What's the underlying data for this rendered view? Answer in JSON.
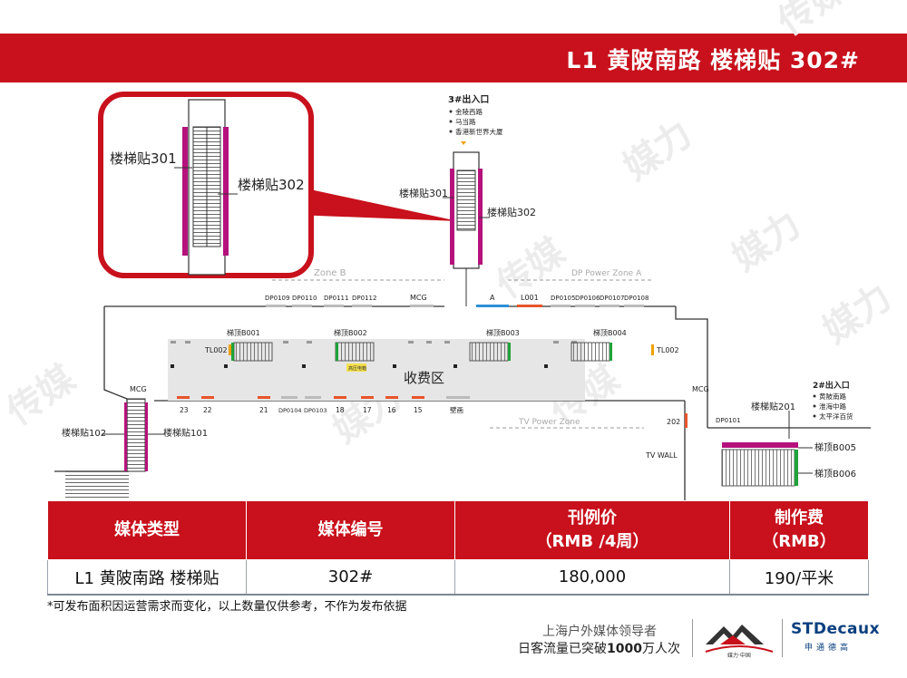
{
  "header": {
    "title": "L1 黄陂南路 楼梯贴 302#"
  },
  "watermark": "传媒 媒力",
  "diagram": {
    "zoom": {
      "label_301": "楼梯贴301",
      "label_302": "楼梯贴302"
    },
    "exit3": {
      "title": "3#出入口",
      "items": [
        "金陵西路",
        "马当路",
        "香港新世界大厦"
      ]
    },
    "exit2": {
      "title": "2#出入口",
      "items": [
        "黄陂南路",
        "淮海中路",
        "太平洋百货"
      ]
    },
    "stair_labels": {
      "s301": "楼梯贴301",
      "s302": "楼梯贴302",
      "s101": "楼梯贴101",
      "s102": "楼梯贴102",
      "s201": "楼梯贴201"
    },
    "zones": {
      "zone_b": "Zone B",
      "dp_power_zone_a": "DP Power Zone A",
      "tv_power_zone": "TV Power Zone",
      "fare_area": "收费区"
    },
    "top_codes": [
      "DP0109",
      "DP0110",
      "DP0111",
      "DP0112",
      "MCG",
      "A",
      "L001",
      "DP0105",
      "DP0106",
      "DP0107",
      "DP0108"
    ],
    "bottom_codes": [
      "23",
      "22",
      "21",
      "DP0104",
      "DP0103",
      "18",
      "17",
      "16",
      "15",
      "壁画"
    ],
    "roof_labels": [
      "梯顶B001",
      "梯顶B002",
      "梯顶B003",
      "梯顶B004",
      "梯顶B005",
      "梯顶B006"
    ],
    "misc": {
      "tl002_left": "TL002",
      "tl002_right": "TL002",
      "mcg_left": "MCG",
      "mcg_right": "MCG",
      "code_202": "202",
      "dp0101": "DP0101",
      "tv_wall": "TV WALL",
      "yellow_tag": "高压电箱"
    }
  },
  "table": {
    "headers": [
      {
        "line1": "媒体类型",
        "line2": ""
      },
      {
        "line1": "媒体编号",
        "line2": ""
      },
      {
        "line1": "刊例价",
        "line2": "（RMB /4周）"
      },
      {
        "line1": "制作费",
        "line2": "（RMB）"
      }
    ],
    "row": [
      "L1  黄陂南路 楼梯贴",
      "302#",
      "180,000",
      "190/平米"
    ]
  },
  "footnote": "*可发布面积因运营需求而变化，以上数量仅供参考，不作为发布依据",
  "footer": {
    "slogan_line1": "上海户外媒体领导者",
    "slogan_line2_prefix": "日客流量已突破",
    "slogan_line2_bold": "1000",
    "slogan_line2_suffix": "万人次",
    "logo_caption": "媒力·中国",
    "std_name": "STDecaux",
    "std_sub": "申通德高"
  },
  "colors": {
    "brand_red": "#c8111c",
    "magenta": "#b5127c",
    "green": "#1fa33a",
    "orange": "#e8542a",
    "blue": "#2b8fd6",
    "navy": "#0a3f7f"
  }
}
